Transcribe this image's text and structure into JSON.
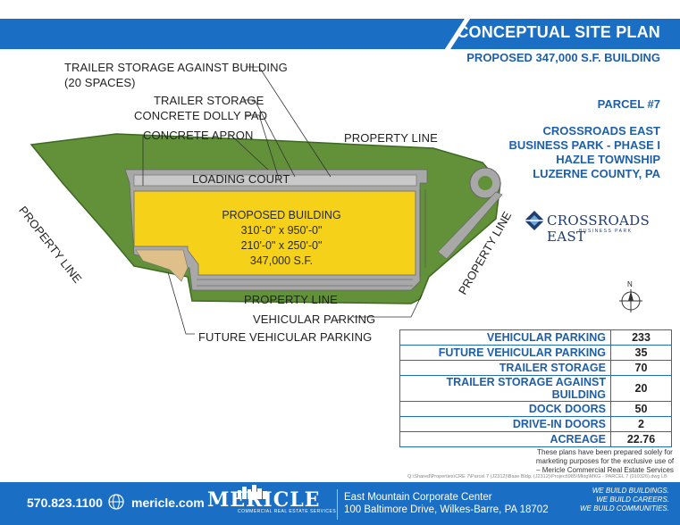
{
  "header": {
    "title": "CONCEPTUAL SITE PLAN",
    "subtitle": "PROPOSED 347,000 S.F. BUILDING",
    "primary_color": "#1a6fc4"
  },
  "project": {
    "parcel": "PARCEL #7",
    "name_line1": "CROSSROADS EAST",
    "name_line2": "BUSINESS PARK - PHASE I",
    "township": "HAZLE TOWNSHIP",
    "county": "LUZERNE COUNTY, PA"
  },
  "brand": {
    "name": "CROSSROADS EAST",
    "sub": "BUSINESS PARK"
  },
  "site_labels": {
    "trailer_storage_against_building": "TRAILER STORAGE AGAINST BUILDING",
    "spaces": "(20 SPACES)",
    "trailer_storage": "TRAILER STORAGE",
    "concrete_dolly_pad": "CONCRETE DOLLY PAD",
    "concrete_apron": "CONCRETE APRON",
    "property_line": "PROPERTY LINE",
    "loading_court": "LOADING COURT",
    "vehicular_parking": "VEHICULAR PARKING",
    "future_vehicular_parking": "FUTURE VEHICULAR PARKING",
    "north": "N"
  },
  "building": {
    "title": "PROPOSED BUILDING",
    "dim1": "310'-0\" x 950'-0\"",
    "dim2": "210'-0\" x 250'-0\"",
    "area": "347,000 S.F."
  },
  "stats": [
    {
      "label": "VEHICULAR PARKING",
      "value": "233"
    },
    {
      "label": "FUTURE VEHICULAR PARKING",
      "value": "35"
    },
    {
      "label": "TRAILER STORAGE",
      "value": "70"
    },
    {
      "label": "TRAILER STORAGE AGAINST BUILDING",
      "value": "20"
    },
    {
      "label": "DOCK DOORS",
      "value": "50"
    },
    {
      "label": "DRIVE-IN DOORS",
      "value": "2"
    },
    {
      "label": "ACREAGE",
      "value": "22.76"
    }
  ],
  "disclaimer": {
    "line1": "These plans have been prepared solely for",
    "line2": "marketing purposes for the exclusive use of",
    "line3": "– Mericle Commercial Real Estate Services"
  },
  "file_path": "Q:\\Shared\\Properties\\CRE 7\\Parcel 7 (J2312)\\Base Bldg. (J2312)\\Project\\985\\Mktg\\MKG - PARCEL 7 (010326).dwg   LB",
  "footer": {
    "phone": "570.823.1100",
    "website": "mericle.com",
    "logo_name": "MERICLE",
    "logo_sub": "COMMERCIAL REAL ESTATE SERVICES",
    "address_line1": "East Mountain Corporate Center",
    "address_line2": "100 Baltimore Drive, Wilkes-Barre, PA 18702",
    "tagline1": "WE BUILD BUILDINGS.",
    "tagline2": "WE BUILD CAREERS.",
    "tagline3": "WE BUILD COMMUNITIES."
  }
}
